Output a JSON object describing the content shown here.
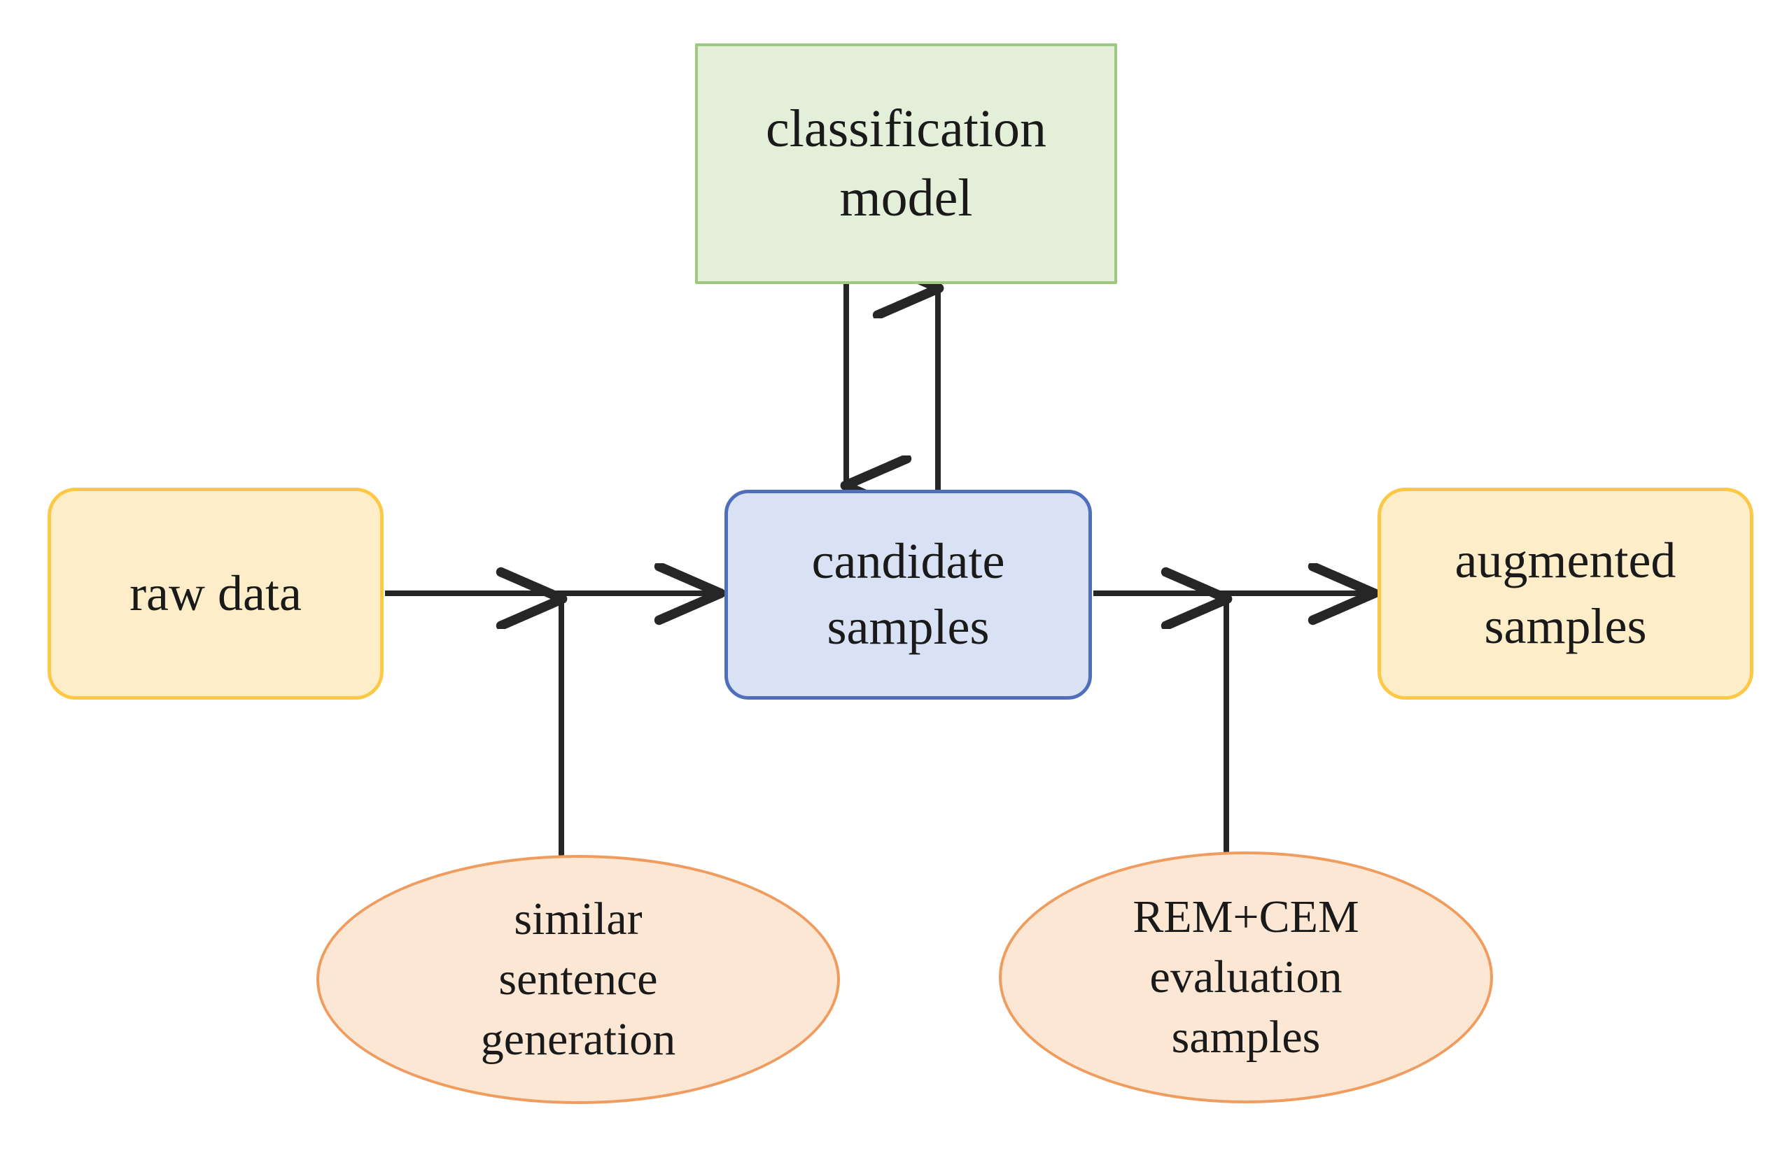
{
  "diagram": {
    "title": "data augmentation pipeline flowchart",
    "background_color": "#ffffff",
    "nodes": {
      "classification_model": {
        "label": "classification\nmodel",
        "shape": "rectangle",
        "fill": "#e3efd9",
        "stroke": "#9cc97f"
      },
      "candidate_samples": {
        "label": "candidate\nsamples",
        "shape": "rounded-rectangle",
        "fill": "#d9e1f5",
        "stroke": "#4f6fbb"
      },
      "raw_data": {
        "label": "raw data",
        "shape": "rounded-rectangle",
        "fill": "#fdeec9",
        "stroke": "#fdc846"
      },
      "augmented_samples": {
        "label": "augmented\nsamples",
        "shape": "rounded-rectangle",
        "fill": "#fdeec9",
        "stroke": "#fdc846"
      },
      "similar_sentence_generation": {
        "label": "similar\nsentence\ngeneration",
        "shape": "ellipse",
        "fill": "#fce7d5",
        "stroke": "#ef9c5e"
      },
      "rem_cem_evaluation_samples": {
        "label": "REM+CEM\nevaluation\nsamples",
        "shape": "ellipse",
        "fill": "#fce7d5",
        "stroke": "#ef9c5e"
      }
    },
    "edges": [
      {
        "name": "raw-data-to-candidate-samples",
        "from": "raw_data",
        "to": "candidate_samples",
        "direction": "right",
        "arrowhead": true,
        "color": "#262626"
      },
      {
        "name": "candidate-samples-to-augmented-samples",
        "from": "candidate_samples",
        "to": "augmented_samples",
        "direction": "right",
        "arrowhead": true,
        "color": "#262626"
      },
      {
        "name": "classification-model-to-candidate-samples",
        "from": "classification_model",
        "to": "candidate_samples",
        "direction": "down",
        "arrowhead": true,
        "color": "#262626"
      },
      {
        "name": "candidate-samples-to-classification-model",
        "from": "candidate_samples",
        "to": "classification_model",
        "direction": "up",
        "arrowhead": true,
        "color": "#262626"
      },
      {
        "name": "similar-sentence-generation-to-flow",
        "from": "similar_sentence_generation",
        "to": "raw-data-to-candidate-samples",
        "direction": "up",
        "arrowhead": true,
        "color": "#262626"
      },
      {
        "name": "rem-cem-evaluation-samples-to-flow",
        "from": "rem_cem_evaluation_samples",
        "to": "candidate-samples-to-augmented-samples",
        "direction": "up",
        "arrowhead": true,
        "color": "#262626"
      }
    ]
  }
}
